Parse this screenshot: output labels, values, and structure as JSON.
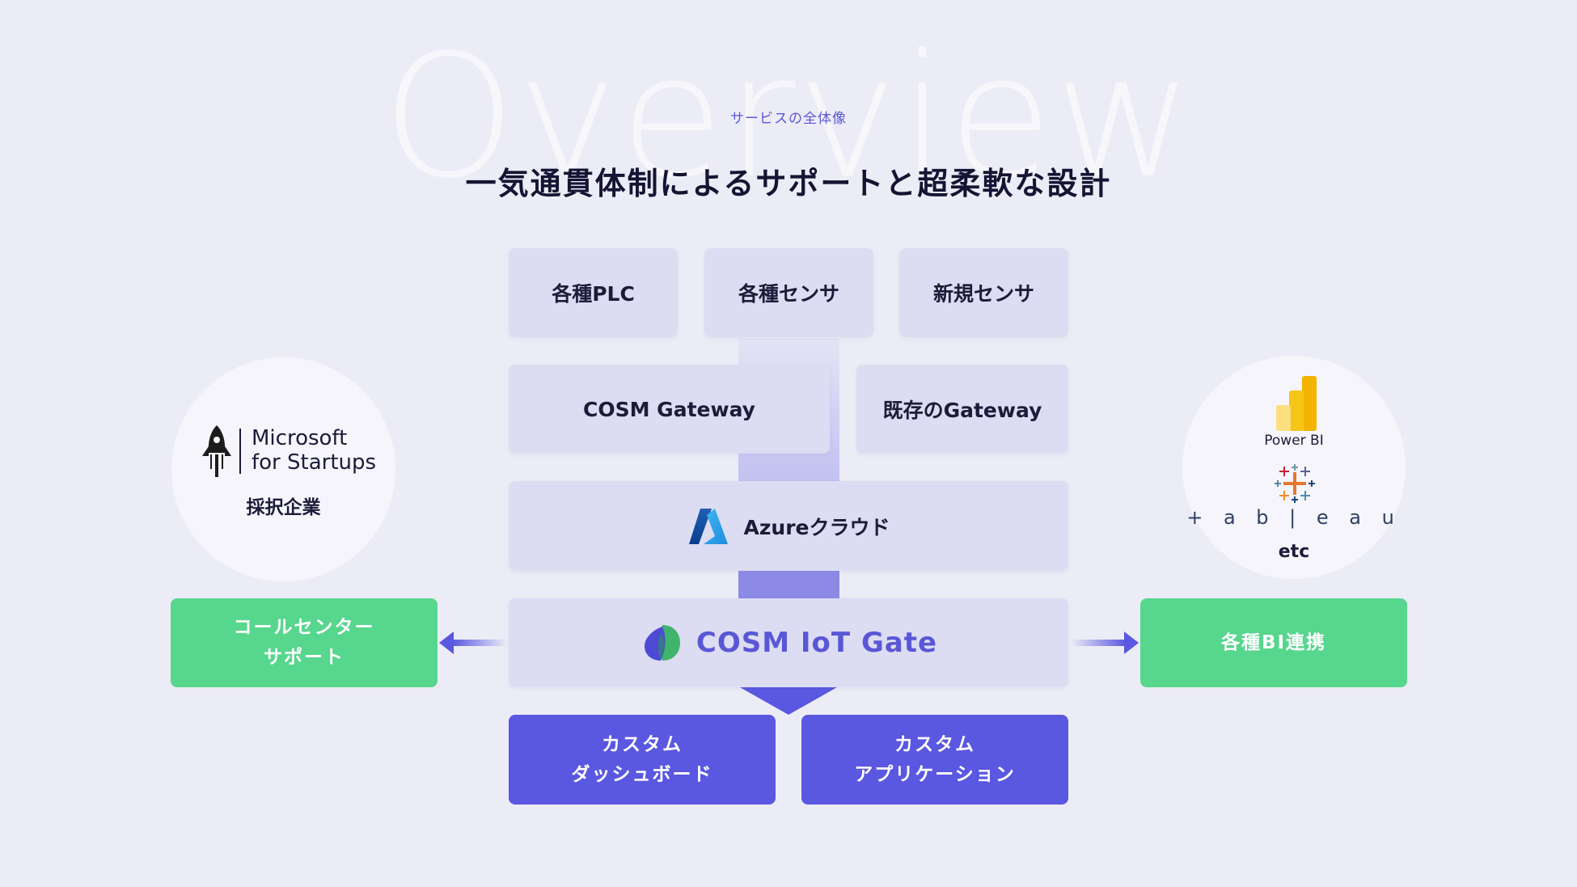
{
  "header": {
    "watermark": "Overview",
    "eyebrow": "サービスの全体像",
    "title": "一気通貫体制によるサポートと超柔軟な設計"
  },
  "inputs": {
    "plc": "各種PLC",
    "sensors": "各種センサ",
    "new_sensors": "新規センサ"
  },
  "gateways": {
    "cosm": "COSM Gateway",
    "existing": "既存のGateway"
  },
  "cloud": {
    "label": "Azureクラウド",
    "icon": "azure-logo-icon"
  },
  "core": {
    "label": "COSM IoT Gate",
    "icon": "cosm-logo-icon"
  },
  "outputs": {
    "dashboard_line1": "カスタム",
    "dashboard_line2": "ダッシュボード",
    "app_line1": "カスタム",
    "app_line2": "アプリケーション"
  },
  "support": {
    "line1": "コールセンター",
    "line2": "サポート"
  },
  "bi": {
    "label": "各種BI連携"
  },
  "startups": {
    "brand_line1": "Microsoft",
    "brand_line2": "for Startups",
    "caption": "採択企業",
    "icon": "rocket-icon"
  },
  "bi_tools": {
    "powerbi": "Power BI",
    "tableau": "+ a b | e a u",
    "etc": "etc"
  },
  "colors": {
    "background": "#ececf6",
    "box": "#dcdcf2",
    "accent": "#5a57e0",
    "green": "#57d68d",
    "text": "#1c1c3a"
  }
}
